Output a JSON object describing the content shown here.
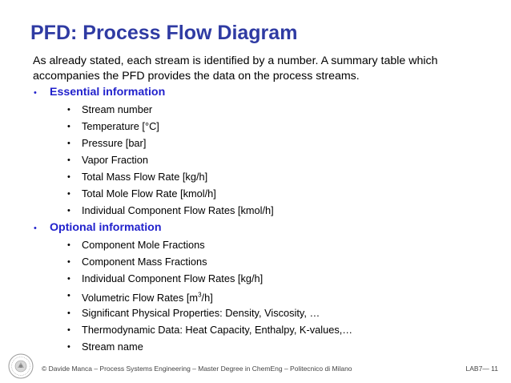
{
  "title": "PFD: Process Flow Diagram",
  "intro": "As already stated, each stream is identified by a number. A summary table which accompanies the PFD provides the data on the process streams.",
  "essential": {
    "heading": "Essential information",
    "items": [
      "Stream number",
      "Temperature [°C]",
      "Pressure [bar]",
      "Vapor Fraction",
      "Total Mass Flow Rate [kg/h]",
      "Total Mole Flow Rate [kmol/h]",
      "Individual Component Flow Rates [kmol/h]"
    ]
  },
  "optional": {
    "heading": "Optional information",
    "items": [
      "Component Mole Fractions",
      "Component Mass Fractions",
      "Individual Component Flow Rates [kg/h]",
      "Volumetric Flow Rates [m3/h]",
      "Significant Physical Properties: Density, Viscosity, …",
      "Thermodynamic Data: Heat Capacity, Enthalpy, K-values,…",
      "Stream name"
    ]
  },
  "volumetric": {
    "prefix": "Volumetric Flow Rates [m",
    "sup": "3",
    "suffix": "/h]"
  },
  "footer": "© Davide Manca – Process Systems Engineering – Master Degree in ChemEng – Politecnico di Milano",
  "page_number": "LAB7— 11",
  "colors": {
    "title": "#2f3ba3",
    "section_heading": "#2222cc",
    "body_text": "#000000"
  },
  "icons": {
    "bullet": "bullet-dot-icon",
    "logo": "politecnico-seal-icon"
  }
}
